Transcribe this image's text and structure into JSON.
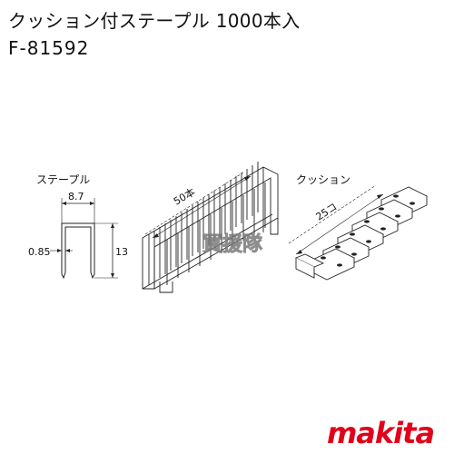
{
  "title": {
    "product_name": "クッション付ステープル 1000本入",
    "model": "F-81592"
  },
  "figures": {
    "staple": {
      "heading": "ステープル",
      "width_label": "8.7",
      "thickness_label": "0.85",
      "height_label": "13"
    },
    "strip": {
      "count_label": "50本"
    },
    "cushion": {
      "heading": "クッション",
      "count_label": "25コ"
    }
  },
  "watermark": "買援隊",
  "brand": {
    "logo_text": "makita",
    "color": "#e2001a"
  }
}
